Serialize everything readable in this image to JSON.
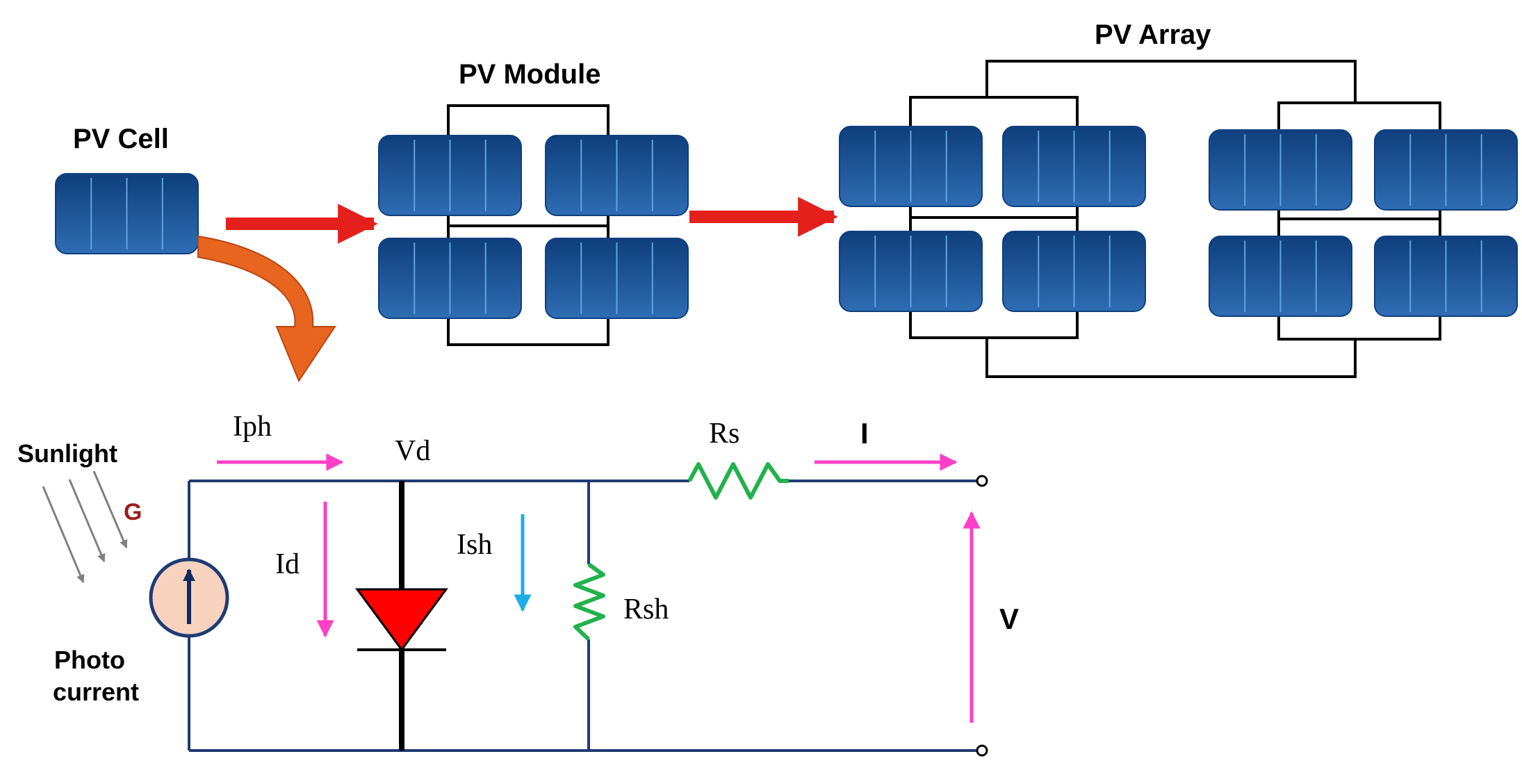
{
  "titles": {
    "cell": "PV Cell",
    "module": "PV Module",
    "array": "PV Array"
  },
  "circuit": {
    "iph": "Iph",
    "vd": "Vd",
    "rs": "Rs",
    "i": "I",
    "id": "Id",
    "ish": "Ish",
    "rsh": "Rsh",
    "v": "V",
    "sunlight": "Sunlight",
    "g": "G",
    "photo_line1": "Photo",
    "photo_line2": "current"
  },
  "colors": {
    "panel_dark": "#0f3f7e",
    "panel_light": "#2f6db3",
    "panel_line": "#5ea5e0",
    "flow_arrow": "#e3201b",
    "curved_arrow": "#e8651f",
    "wire": "#1f3b73",
    "current_arrow": "#ff3fc8",
    "shunt_arrow": "#1aaee8",
    "resistor": "#22b14c",
    "diode": "#ff0000",
    "source_fill": "#f7d3bf",
    "source_arrow": "#142a5c",
    "g_label": "#9b1b1b",
    "sun_rays": "#808080"
  }
}
